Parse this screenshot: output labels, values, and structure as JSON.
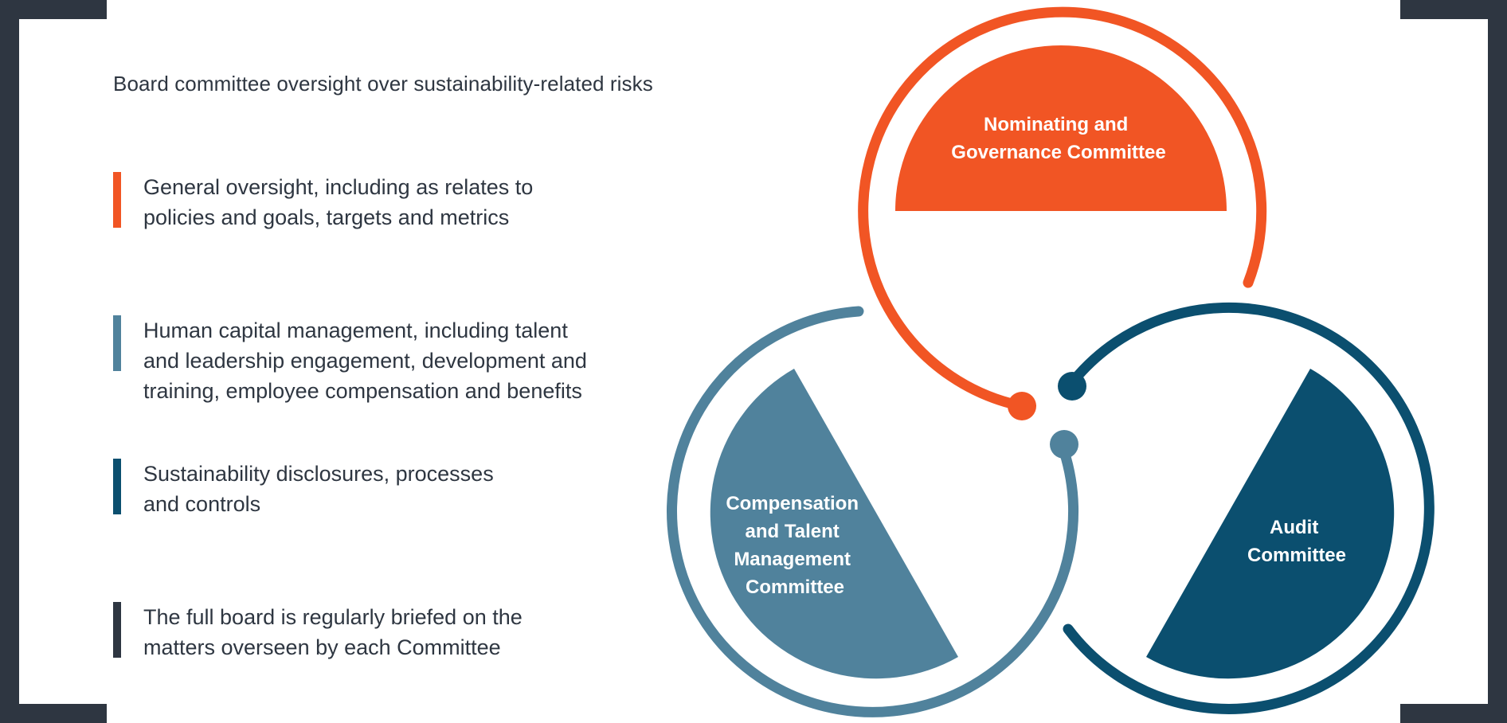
{
  "heading": "Board committee oversight over sustainability-related risks",
  "colors": {
    "orange": "#f15524",
    "light_blue": "#50829c",
    "dark_blue": "#0b4f6f",
    "charcoal": "#2e3641"
  },
  "legend": [
    {
      "color": "#f15524",
      "lines": [
        "General oversight, including as relates to",
        "policies and goals, targets and metrics"
      ]
    },
    {
      "color": "#50829c",
      "lines": [
        "Human capital management, including talent",
        "and leadership engagement, development and",
        "training, employee compensation and benefits"
      ]
    },
    {
      "color": "#0b4f6f",
      "lines": [
        "Sustainability disclosures, processes",
        "and controls"
      ]
    },
    {
      "color": "#2e3641",
      "lines": [
        "The full board is regularly briefed on the",
        "matters overseen by each Committee"
      ]
    }
  ],
  "committees": {
    "nominating": {
      "lines": [
        "Nominating and",
        "Governance Committee"
      ]
    },
    "compensation": {
      "lines": [
        "Compensation",
        "and Talent",
        "Management",
        "Committee"
      ]
    },
    "audit": {
      "lines": [
        "Audit",
        "Committee"
      ]
    }
  }
}
